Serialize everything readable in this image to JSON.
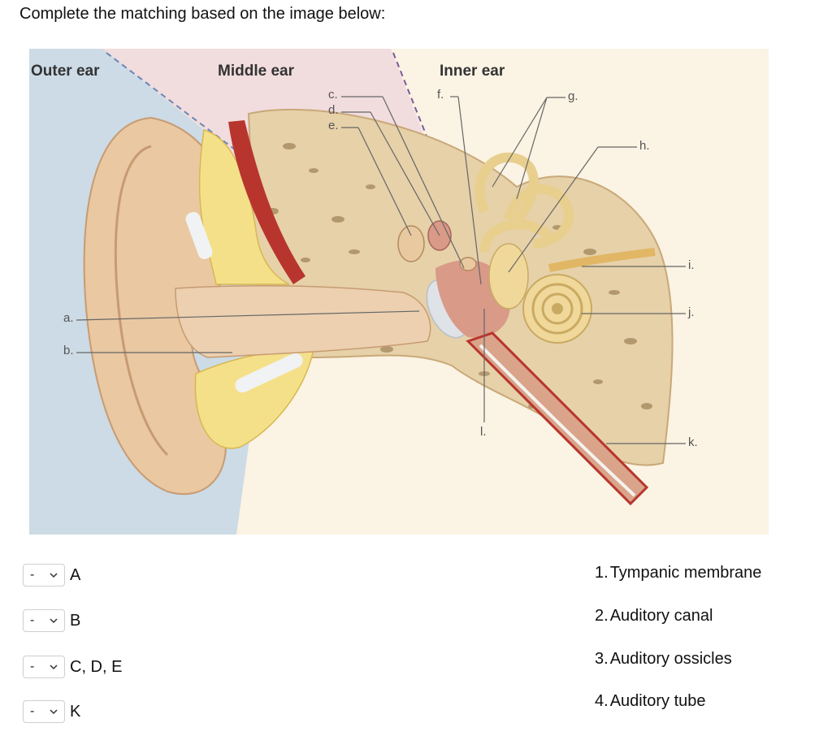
{
  "question": "Complete the matching based on the image below:",
  "figure": {
    "regions": [
      "Outer ear",
      "Middle ear",
      "Inner ear"
    ],
    "labels": [
      "a.",
      "b.",
      "c.",
      "d.",
      "e.",
      "f.",
      "g.",
      "h.",
      "i.",
      "j.",
      "k.",
      "l."
    ]
  },
  "matching": {
    "rows": [
      {
        "selected": "-",
        "label": "A"
      },
      {
        "selected": "-",
        "label": "B"
      },
      {
        "selected": "-",
        "label": "C, D, E"
      },
      {
        "selected": "-",
        "label": "K"
      }
    ],
    "answers": [
      {
        "num": "1.",
        "text": "Tympanic membrane"
      },
      {
        "num": "2.",
        "text": "Auditory canal"
      },
      {
        "num": "3.",
        "text": "Auditory ossicles"
      },
      {
        "num": "4.",
        "text": "Auditory tube"
      }
    ]
  },
  "colors": {
    "outer_bg": "#ccdbe5",
    "middle_bg": "#f1dcde",
    "inner_bg": "#fbf3e3",
    "bone": "#e6d1a9",
    "skin": "#e9c8a2",
    "muscle": "#b8352e",
    "fat": "#f5e08a"
  }
}
